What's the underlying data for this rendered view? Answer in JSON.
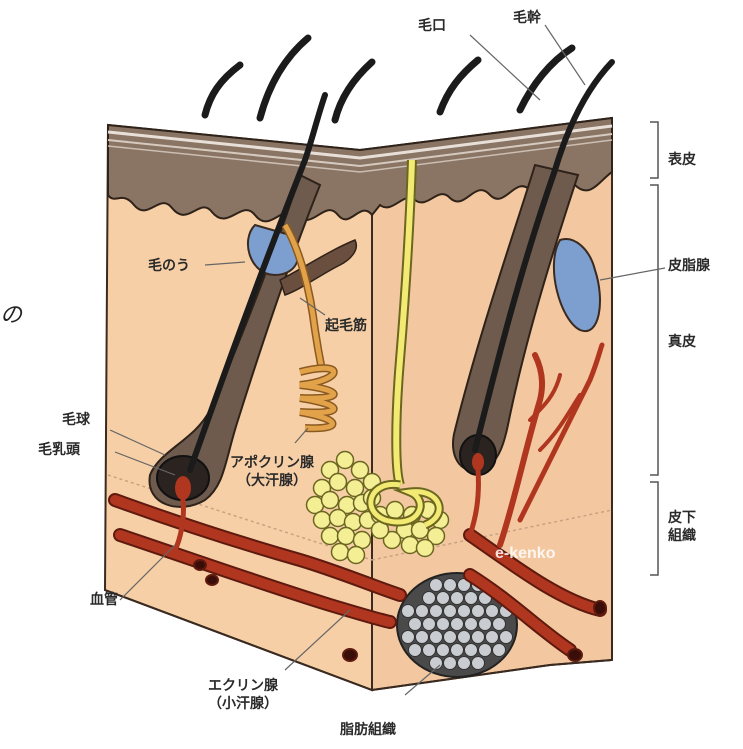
{
  "labels": {
    "hair_pore": "毛口",
    "hair_shaft": "毛幹",
    "epidermis": "表皮",
    "dermis": "真皮",
    "subcutaneous": "皮下\n組織",
    "hair_follicle": "毛のう",
    "sebaceous_gland": "皮脂腺",
    "arrector_pili": "起毛筋",
    "hair_bulb": "毛球",
    "hair_papilla": "毛乳頭",
    "apocrine_gland": "アポクリン腺\n（大汗腺）",
    "blood_vessel": "血管",
    "eccrine_gland": "エクリン腺\n（小汗腺）",
    "fat_tissue": "脂肪組織",
    "left_fragment": "の",
    "watermark": "e-kenko"
  },
  "colors": {
    "skin": "#f6cfa6",
    "skin_side": "#efc39a",
    "epidermis": "#8a7464",
    "follicle": "#6e5b4e",
    "hair": "#1b1b1b",
    "blood": "#b0361f",
    "apocrine": "#e2a24a",
    "eccrine": "#f2ea72",
    "fat": "#b9bcc0",
    "sebaceous": "#7d9fd0"
  }
}
